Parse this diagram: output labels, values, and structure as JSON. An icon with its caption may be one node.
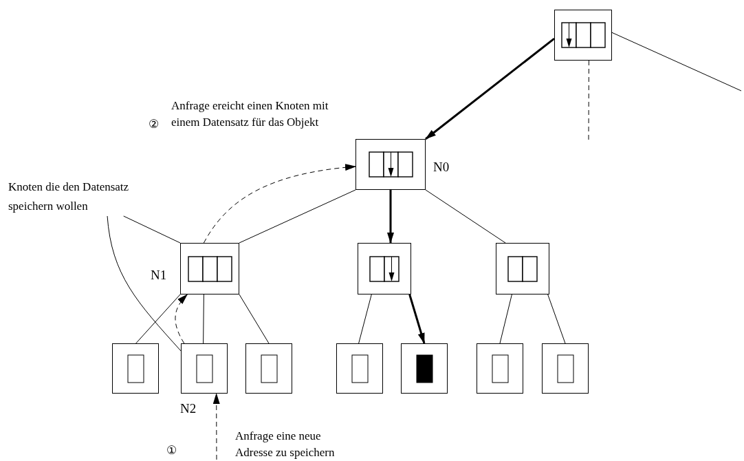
{
  "diagram": {
    "nodes": [
      {
        "text": [],
        "shape": "box"
      },
      {
        "text": [],
        "shape": "box",
        "beside": [
          "N0"
        ]
      },
      {
        "text": [],
        "shape": "box",
        "beside": [
          "N1"
        ]
      },
      {
        "text": [],
        "shape": "box"
      },
      {
        "text": [],
        "shape": "box"
      },
      {
        "text": [],
        "shape": "box"
      },
      {
        "text": [],
        "shape": "box",
        "beside": [
          "N2"
        ]
      },
      {
        "text": [],
        "shape": "box"
      },
      {
        "text": [],
        "shape": "box"
      },
      {
        "text": [],
        "shape": "box"
      },
      {
        "text": [],
        "shape": "box"
      },
      {
        "text": [],
        "shape": "box"
      },
      {
        "text": [
          "Knoten die den Datensatz speichern wollen"
        ]
      }
    ],
    "edges": [
      {
        "from": 0,
        "to": 1,
        "arrow": "to",
        "style": "thick"
      },
      {
        "from": 0,
        "to": null,
        "arrow": "none",
        "style": "dashed"
      },
      {
        "from": 0,
        "to": null,
        "arrow": "none"
      },
      {
        "from": 1,
        "to": 2,
        "arrow": "none"
      },
      {
        "from": 1,
        "to": 3,
        "arrow": "to",
        "style": "thick"
      },
      {
        "from": 1,
        "to": 4,
        "arrow": "none"
      },
      {
        "from": 2,
        "to": 1,
        "arrow": "to",
        "style": "dashed"
      },
      {
        "from": 2,
        "to": 5,
        "arrow": "none"
      },
      {
        "from": 2,
        "to": 6,
        "arrow": "none"
      },
      {
        "from": 2,
        "to": 7,
        "arrow": "none"
      },
      {
        "from": 6,
        "to": 2,
        "arrow": "to",
        "style": "dashed"
      },
      {
        "from": 3,
        "to": 8,
        "arrow": "none"
      },
      {
        "from": 3,
        "to": 9,
        "arrow": "to",
        "style": "thick"
      },
      {
        "from": 4,
        "to": 10,
        "arrow": "none"
      },
      {
        "from": 4,
        "to": 11,
        "arrow": "none"
      },
      {
        "from": 12,
        "to": 2,
        "arrow": "none"
      },
      {
        "from": 12,
        "to": 6,
        "arrow": "none"
      },
      {
        "from": null,
        "to": 6,
        "arrow": "to",
        "style": "dashed"
      }
    ],
    "labels": [
      "②",
      "Anfrage ereicht einen Knoten mit einem Datensatz für das Objekt",
      "①",
      "Anfrage eine neue Adresse zu speichern"
    ]
  }
}
